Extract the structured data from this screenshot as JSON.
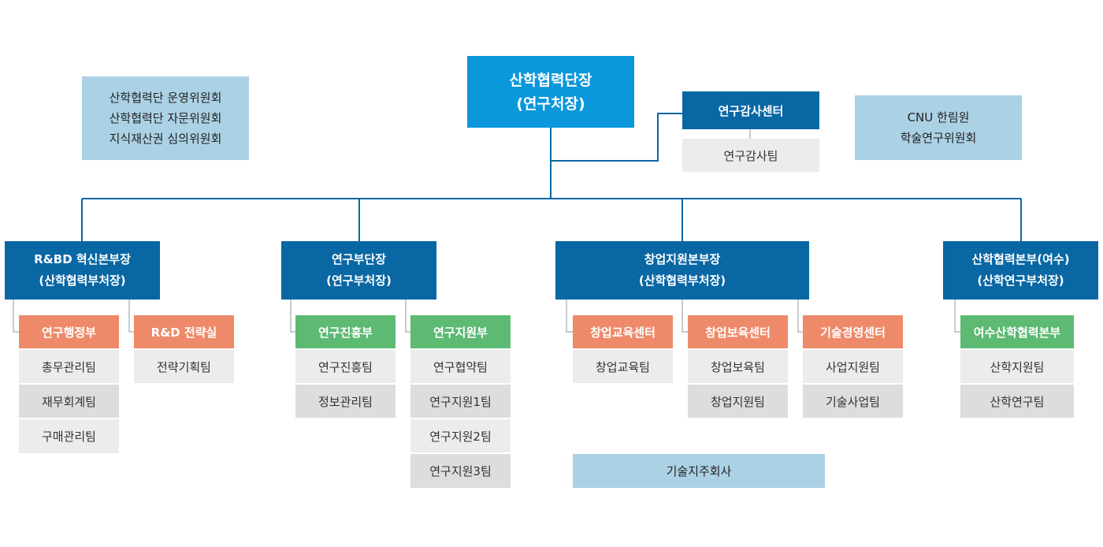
{
  "colors": {
    "top": "#0b97db",
    "head": "#0967a4",
    "light": "#abd1e5",
    "orange": "#ee8a69",
    "green": "#5cba73",
    "team_light": "#ececec",
    "team_dark": "#dddddd",
    "line": "#0967a4"
  },
  "committees": {
    "lines": [
      "산학협력단 운영위원회",
      "산학협력단 자문위원회",
      "지식재산권 심의위원회"
    ]
  },
  "top": {
    "line1": "산학협력단장",
    "line2": "(연구처장)"
  },
  "audit": {
    "center": "연구감사센터",
    "team": "연구감사팀"
  },
  "cnu": {
    "line1": "CNU 한림원",
    "line2": "학술연구위원회"
  },
  "divisions": [
    {
      "line1": "R&BD 혁신본부장",
      "line2": "(산학협력부처장)",
      "units": [
        {
          "name": "연구행정부",
          "teams": [
            "총무관리팀",
            "재무회계팀",
            "구매관리팀"
          ]
        },
        {
          "name": "R&D 전략실",
          "teams": [
            "전략기획팀"
          ]
        }
      ]
    },
    {
      "line1": "연구부단장",
      "line2": "(연구부처장)",
      "units": [
        {
          "name": "연구진흥부",
          "teams": [
            "연구진흥팀",
            "정보관리팀"
          ]
        },
        {
          "name": "연구지원부",
          "teams": [
            "연구협약팀",
            "연구지원1팀",
            "연구지원2팀",
            "연구지원3팀"
          ]
        }
      ]
    },
    {
      "line1": "창업지원본부장",
      "line2": "(산학협력부처장)",
      "units": [
        {
          "name": "창업교육센터",
          "teams": [
            "창업교육팀"
          ]
        },
        {
          "name": "창업보육센터",
          "teams": [
            "창업보육팀",
            "창업지원팀"
          ]
        },
        {
          "name": "기술경영센터",
          "teams": [
            "사업지원팀",
            "기술사업팀"
          ]
        }
      ]
    },
    {
      "line1": "산학협력본부(여수)",
      "line2": "(산학연구부처장)",
      "units": [
        {
          "name": "여수산학협력본부",
          "teams": [
            "산학지원팀",
            "산학연구팀"
          ]
        }
      ]
    }
  ],
  "holding": {
    "label": "기술지주회사"
  },
  "icons": {
    "connector": "connector-line"
  }
}
